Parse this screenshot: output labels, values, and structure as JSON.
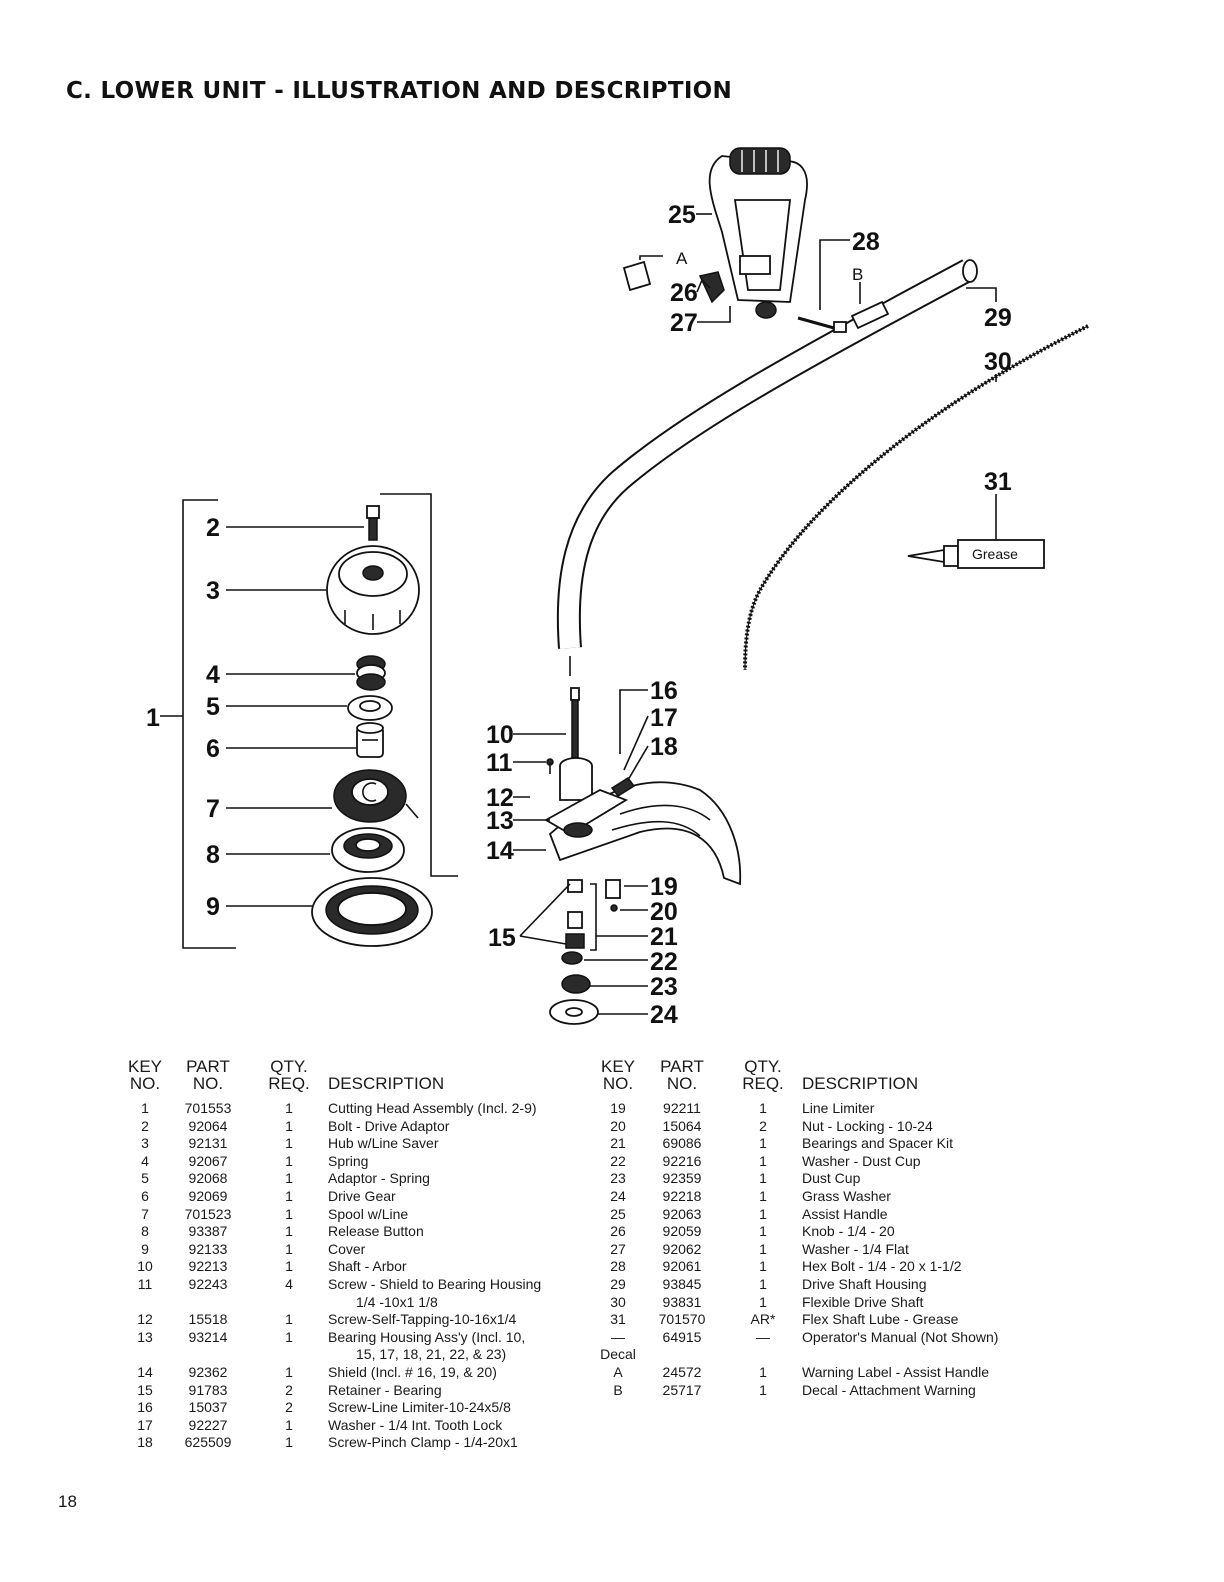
{
  "page": {
    "title": "C.  LOWER UNIT -  ILLUSTRATION AND DESCRIPTION",
    "page_number": "18"
  },
  "diagram": {
    "callouts": [
      "1",
      "2",
      "3",
      "4",
      "5",
      "6",
      "7",
      "8",
      "9",
      "10",
      "11",
      "12",
      "13",
      "14",
      "15",
      "16",
      "17",
      "18",
      "19",
      "20",
      "21",
      "22",
      "23",
      "24",
      "25",
      "26",
      "27",
      "28",
      "29",
      "30",
      "31"
    ],
    "letters": [
      "A",
      "B"
    ],
    "grease_label": "Grease"
  },
  "table": {
    "headers": {
      "key_line1": "KEY",
      "key_line2": "NO.",
      "part_line1": "PART",
      "part_line2": "NO.",
      "qty_line1": "QTY.",
      "qty_line2": "REQ.",
      "description": "DESCRIPTION"
    },
    "left_rows": [
      {
        "key": "1",
        "part": "701553",
        "qty": "1",
        "desc": "Cutting Head Assembly (Incl. 2-9)"
      },
      {
        "key": "2",
        "part": "92064",
        "qty": "1",
        "desc": "Bolt - Drive Adaptor"
      },
      {
        "key": "3",
        "part": "92131",
        "qty": "1",
        "desc": "Hub w/Line Saver"
      },
      {
        "key": "4",
        "part": "92067",
        "qty": "1",
        "desc": "Spring"
      },
      {
        "key": "5",
        "part": "92068",
        "qty": "1",
        "desc": "Adaptor - Spring"
      },
      {
        "key": "6",
        "part": "92069",
        "qty": "1",
        "desc": "Drive Gear"
      },
      {
        "key": "7",
        "part": "701523",
        "qty": "1",
        "desc": "Spool w/Line"
      },
      {
        "key": "8",
        "part": "93387",
        "qty": "1",
        "desc": "Release Button"
      },
      {
        "key": "9",
        "part": "92133",
        "qty": "1",
        "desc": "Cover"
      },
      {
        "key": "10",
        "part": "92213",
        "qty": "1",
        "desc": "Shaft - Arbor"
      },
      {
        "key": "11",
        "part": "92243",
        "qty": "4",
        "desc": "Screw - Shield to Bearing Housing",
        "desc2": "1/4 -10x1 1/8"
      },
      {
        "key": "12",
        "part": "15518",
        "qty": "1",
        "desc": "Screw-Self-Tapping-10-16x1/4"
      },
      {
        "key": "13",
        "part": "93214",
        "qty": "1",
        "desc": "Bearing Housing Ass'y (Incl. 10,",
        "desc2": "15, 17, 18, 21, 22, & 23)"
      },
      {
        "key": "14",
        "part": "92362",
        "qty": "1",
        "desc": "Shield (Incl. # 16, 19, & 20)"
      },
      {
        "key": "15",
        "part": "91783",
        "qty": "2",
        "desc": "Retainer - Bearing"
      },
      {
        "key": "16",
        "part": "15037",
        "qty": "2",
        "desc": "Screw-Line Limiter-10-24x5/8"
      },
      {
        "key": "17",
        "part": "92227",
        "qty": "1",
        "desc": "Washer - 1/4 Int. Tooth Lock"
      },
      {
        "key": "18",
        "part": "625509",
        "qty": "1",
        "desc": "Screw-Pinch Clamp - 1/4-20x1"
      }
    ],
    "right_rows": [
      {
        "key": "19",
        "part": "92211",
        "qty": "1",
        "desc": "Line Limiter"
      },
      {
        "key": "20",
        "part": "15064",
        "qty": "2",
        "desc": "Nut - Locking - 10-24"
      },
      {
        "key": "21",
        "part": "69086",
        "qty": "1",
        "desc": "Bearings and Spacer Kit"
      },
      {
        "key": "22",
        "part": "92216",
        "qty": "1",
        "desc": "Washer - Dust Cup"
      },
      {
        "key": "23",
        "part": "92359",
        "qty": "1",
        "desc": "Dust Cup"
      },
      {
        "key": "24",
        "part": "92218",
        "qty": "1",
        "desc": "Grass Washer"
      },
      {
        "key": "25",
        "part": "92063",
        "qty": "1",
        "desc": "Assist Handle"
      },
      {
        "key": "26",
        "part": "92059",
        "qty": "1",
        "desc": "Knob - 1/4 - 20"
      },
      {
        "key": "27",
        "part": "92062",
        "qty": "1",
        "desc": "Washer - 1/4 Flat"
      },
      {
        "key": "28",
        "part": "92061",
        "qty": "1",
        "desc": "Hex Bolt - 1/4 - 20 x 1-1/2"
      },
      {
        "key": "29",
        "part": "93845",
        "qty": "1",
        "desc": "Drive Shaft Housing"
      },
      {
        "key": "30",
        "part": "93831",
        "qty": "1",
        "desc": "Flexible Drive Shaft"
      },
      {
        "key": "31",
        "part": "701570",
        "qty": "AR*",
        "desc": "Flex Shaft Lube - Grease"
      },
      {
        "key": "—",
        "part": "64915",
        "qty": "—",
        "desc": "Operator's Manual (Not Shown)"
      },
      {
        "key": "Decal",
        "part": "",
        "qty": "",
        "desc": ""
      },
      {
        "key": "A",
        "part": "24572",
        "qty": "1",
        "desc": "Warning Label - Assist Handle"
      },
      {
        "key": "B",
        "part": "25717",
        "qty": "1",
        "desc": "Decal - Attachment Warning"
      }
    ]
  }
}
